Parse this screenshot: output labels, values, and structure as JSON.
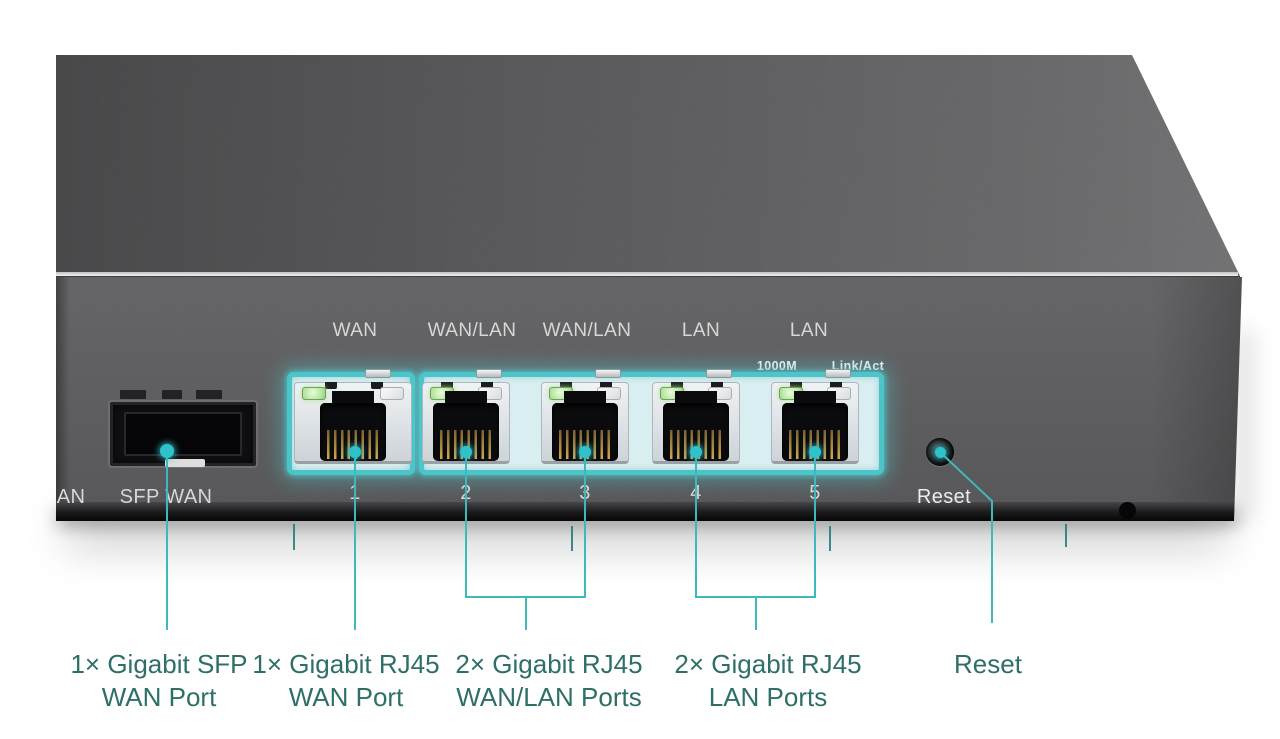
{
  "panel": {
    "port_labels": [
      "WAN",
      "WAN/LAN",
      "WAN/LAN",
      "LAN",
      "LAN"
    ],
    "port_numbers": [
      "1",
      "2",
      "3",
      "4",
      "5"
    ],
    "led_speed_label": "1000M",
    "led_activity_label": "Link/Act",
    "sfp_port_label": "SFP WAN",
    "left_partial_label": "AN",
    "reset_label": "Reset"
  },
  "callout_labels": [
    {
      "line1": "1× Gigabit SFP",
      "line2": "WAN Port"
    },
    {
      "line1": "1× Gigabit RJ45",
      "line2": "WAN Port"
    },
    {
      "line1": "2× Gigabit RJ45",
      "line2": "WAN/LAN Ports"
    },
    {
      "line1": "2× Gigabit RJ45",
      "line2": "LAN Ports"
    },
    {
      "line1": "Reset",
      "line2": ""
    }
  ],
  "colors": {
    "accent_teal": "#3fb8bb",
    "glow_teal": "#4cc5ca",
    "caption_teal": "#2e6f68",
    "led_green": "#a9df93",
    "chassis_grey": "#565658"
  }
}
